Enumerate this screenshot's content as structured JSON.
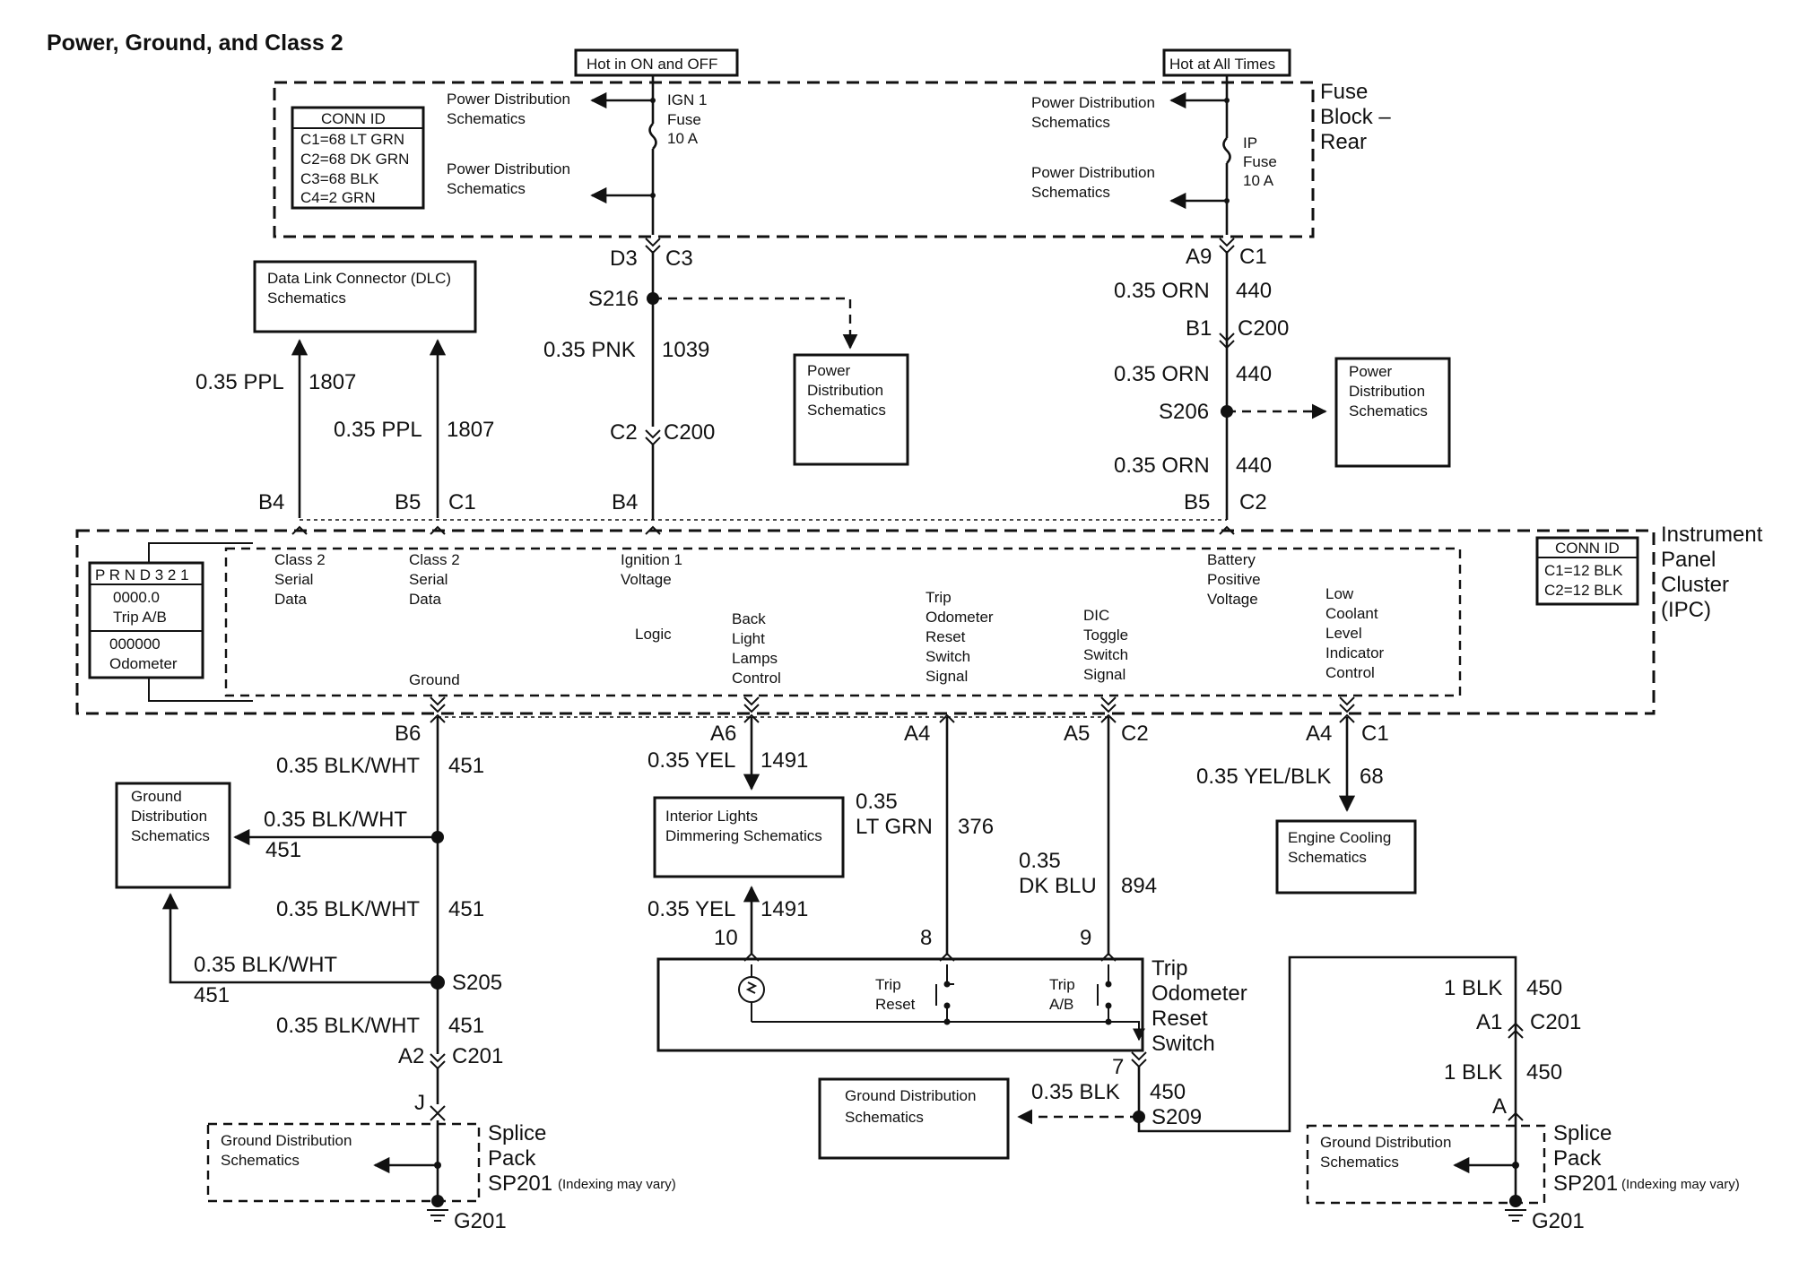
{
  "title": "Power, Ground, and Class 2",
  "power_labels": {
    "hot_on_off": "Hot in ON and OFF",
    "hot_all_times": "Hot at All Times"
  },
  "fuse_block": {
    "name_lines": [
      "Fuse",
      "Block –",
      "Rear"
    ],
    "conn_id": {
      "header": "CONN ID",
      "rows": [
        "C1=68 LT GRN",
        "C2=68 DK GRN",
        "C3=68 BLK",
        "C4=2 GRN"
      ]
    },
    "ign_fuse": [
      "IGN 1",
      "Fuse",
      "10 A"
    ],
    "ip_fuse": [
      "IP",
      "Fuse",
      "10 A"
    ],
    "pds_lines": [
      "Power Distribution",
      "Schematics"
    ]
  },
  "dlc_box": [
    "Data Link Connector (DLC)",
    "Schematics"
  ],
  "pds_box": [
    "Power",
    "Distribution",
    "Schematics"
  ],
  "wires": {
    "ign_top_conn": "D3",
    "ign_top_c": "C3",
    "s216": "S216",
    "pnk_gauge": "0.35 PNK",
    "pnk_circuit": "1039",
    "c2_pin": "C2",
    "c200": "C200",
    "ppl_gauge": "0.35 PPL",
    "ppl_circuit": "1807",
    "b4": "B4",
    "b5": "B5",
    "c1": "C1",
    "a9": "A9",
    "c1b": "C1",
    "orn_gauge": "0.35 ORN",
    "orn_circuit": "440",
    "b1": "B1",
    "c200b": "C200",
    "s206": "S206",
    "b5b": "B5",
    "c2b": "C2"
  },
  "ipc": {
    "name_lines": [
      "Instrument",
      "Panel",
      "Cluster",
      "(IPC)"
    ],
    "conn_id": {
      "header": "CONN ID",
      "rows": [
        "C1=12 BLK",
        "C2=12 BLK"
      ]
    },
    "display": {
      "prnd": "P R N D 3 2 1",
      "trip_val": "0000.0",
      "trip_label": "Trip A/B",
      "odo_val": "000000",
      "odo_label": "Odometer"
    },
    "class2_a": [
      "Class 2",
      "Serial",
      "Data"
    ],
    "class2_b": [
      "Class 2",
      "Serial",
      "Data"
    ],
    "ign_voltage": [
      "Ignition 1",
      "Voltage"
    ],
    "logic": "Logic",
    "back_light": [
      "Back",
      "Light",
      "Lamps",
      "Control"
    ],
    "trip_reset_sig": [
      "Trip",
      "Odometer",
      "Reset",
      "Switch",
      "Signal"
    ],
    "dic_toggle": [
      "DIC",
      "Toggle",
      "Switch",
      "Signal"
    ],
    "battery": [
      "Battery",
      "Positive",
      "Voltage"
    ],
    "low_coolant": [
      "Low",
      "Coolant",
      "Level",
      "Indicator",
      "Control"
    ],
    "ground": "Ground"
  },
  "lower": {
    "b6": "B6",
    "blkwht_gauge": "0.35 BLK/WHT",
    "blkwht_circuit": "451",
    "gds_box": [
      "Ground",
      "Distribution",
      "Schematics"
    ],
    "s205": "S205",
    "a2": "A2",
    "c201": "C201",
    "j": "J",
    "a6": "A6",
    "yel_gauge": "0.35 YEL",
    "yel_circuit": "1491",
    "ildim_box": [
      "Interior Lights",
      "Dimmering Schematics"
    ],
    "a4": "A4",
    "ltgrn_gauge_a": "0.35",
    "ltgrn_gauge_b": "LT GRN",
    "ltgrn_circuit": "376",
    "a5": "A5",
    "c2": "C2",
    "dkblu_gauge_a": "0.35",
    "dkblu_gauge_b": "DK BLU",
    "dkblu_circuit": "894",
    "a4b": "A4",
    "c1": "C1",
    "yelblk_gauge": "0.35 YEL/BLK",
    "yelblk_circuit": "68",
    "ecs_box": [
      "Engine Cooling",
      "Schematics"
    ],
    "pin10": "10",
    "pin8": "8",
    "pin9": "9",
    "pin7": "7",
    "trip_switch_name": [
      "Trip",
      "Odometer",
      "Reset",
      "Switch"
    ],
    "trip_reset": [
      "Trip",
      "Reset"
    ],
    "trip_ab": [
      "Trip",
      "A/B"
    ],
    "blk_gauge": "0.35 BLK",
    "blk_circuit": "450",
    "s209": "S209",
    "gds_box2": [
      "Ground Distribution",
      "Schematics"
    ],
    "blk1_gauge": "1 BLK",
    "blk1_circuit": "450",
    "a1": "A1",
    "c201b": "C201",
    "a_pin": "A",
    "splice_name": [
      "Splice",
      "Pack"
    ],
    "sp201": "SP201",
    "indexing": "(Indexing may vary)",
    "gds_splice": [
      "Ground Distribution",
      "Schematics"
    ],
    "g201": "G201"
  }
}
